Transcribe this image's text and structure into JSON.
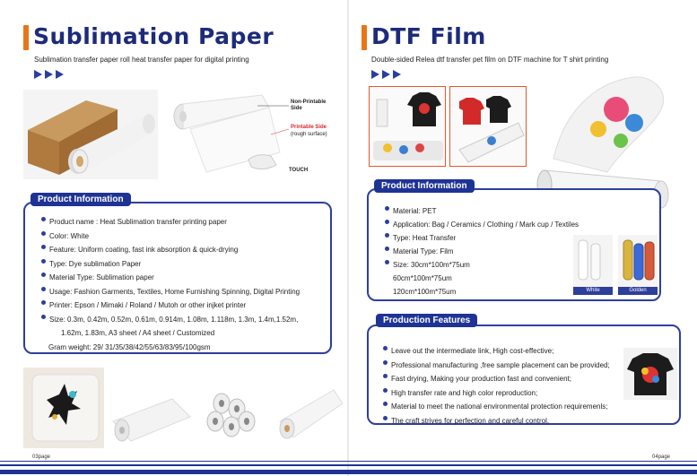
{
  "left": {
    "title": "Sublimation Paper",
    "subtitle": "Sublimation transfer paper roll heat transfer paper for digital printing",
    "callouts": {
      "non_printable": "Non-Printable Side",
      "printable": "Printable Side",
      "printable_note": "(rough surface)",
      "touch": "TOUCH"
    },
    "info_title": "Product Information",
    "info_items": [
      "Product name : Heat Sublimation transfer printing paper",
      "Color: White",
      "Feature: Uniform coating, fast ink absorption & quick-drying",
      "Type: Dye sublimation Paper",
      "Material Type:  Sublimation paper",
      "Usage: Fashion Garments, Textiles, Home Furnishing Spinning, Digital Printing",
      "Printer: Epson / Mimaki / Roland / Mutoh or other injket printer",
      "Size:  0.3m, 0.42m, 0.52m, 0.61m, 0.914m, 1.08m, 1.118m, 1.3m, 1.4m,1.52m,"
    ],
    "info_cont": [
      "1.62m, 1.83m, A3 sheet / A4 sheet / Customized",
      "Gram weight: 29/ 31/35/38/42/55/63/83/95/100gsm"
    ],
    "page_label": "03page"
  },
  "right": {
    "title": "DTF Film",
    "subtitle": "Double-sided Relea dtf transfer pet film on DTF machine for T shirt printing",
    "info_title": "Product Information",
    "info_items": [
      "Material:  PET",
      "Application: Bag / Ceramics / Clothing / Mark cup / Textiles",
      "Type: Heat Transfer",
      "Material Type:  Film",
      "Size: 30cm*100m*75um"
    ],
    "info_cont": [
      "60cm*100m*75um",
      "120cm*100m*75um"
    ],
    "swatch_white": "White",
    "swatch_golden": "Golden",
    "features_title": "Production Features",
    "features": [
      "Leave out the intermediate link, High cost-effective;",
      "Professional manufacturing ,free sample placement can be provided;",
      "Fast drying, Making your production fast and convenient;",
      "High transfer rate and high color reproduction;",
      "Material to meet the national environmental protection requiremenls;",
      "The craft strives for perfection and careful control."
    ],
    "page_label": "04page"
  },
  "colors": {
    "brand_blue": "#1f3394",
    "accent_orange": "#e8751a",
    "photo_border": "#e4572e"
  }
}
